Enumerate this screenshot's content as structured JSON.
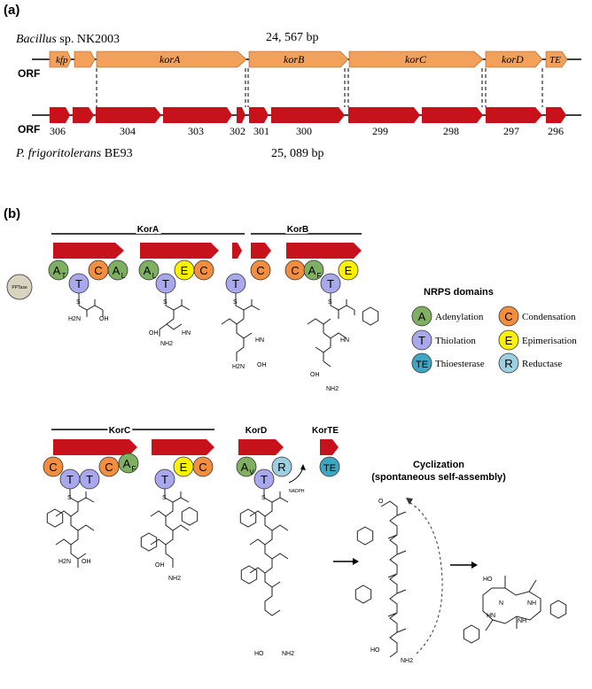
{
  "colors": {
    "orange": "#F2A05A",
    "red": "#C8121B",
    "adenylation": "#7FB062",
    "thiolation": "#A9A8EE",
    "condensation": "#F28E3E",
    "epimerisation": "#FFF200",
    "thioesterase": "#3EA5C2",
    "reductase": "#9CCFE0",
    "pptase": "#D9D4C0"
  },
  "panel_a": {
    "label": "(a)",
    "bacillus_species": "Bacillus",
    "bacillus_strain": " sp. NK2003",
    "bacillus_size": "24, 567 bp",
    "orf_label_top": "ORF",
    "orf_label_bottom": "ORF",
    "genes_top": [
      "kfp",
      "korA",
      "korB",
      "korC",
      "korD",
      "TE"
    ],
    "genes_bottom": [
      "306",
      "304",
      "303",
      "302",
      "301",
      "300",
      "299",
      "298",
      "297",
      "296"
    ],
    "pseudomonas_species": "P. frigoritolerans",
    "pseudomonas_strain": " BE93",
    "pseudomonas_size": "25, 089 bp"
  },
  "panel_b": {
    "label": "(b)",
    "pptase": "PPTase",
    "modules": {
      "korA": "KorA",
      "korB": "KorB",
      "korC": "KorC",
      "korD": "KorD",
      "korTE": "KorTE"
    },
    "domain_letters": {
      "A": "A",
      "T": "T",
      "C": "C",
      "E": "E",
      "R": "R",
      "TE": "TE",
      "sub_T": "T",
      "sub_L": "L",
      "sub_F": "F",
      "sub_V": "V"
    },
    "nadph": "NADPH",
    "cyclization_title": "Cyclization",
    "cyclization_sub": "(spontaneous self-assembly)",
    "legend": {
      "title": "NRPS domains",
      "items": [
        {
          "letter": "A",
          "label": "Adenylation"
        },
        {
          "letter": "C",
          "label": "Condensation"
        },
        {
          "letter": "T",
          "label": "Thiolation"
        },
        {
          "letter": "E",
          "label": "Epimerisation"
        },
        {
          "letter": "TE",
          "label": "Thioesterase"
        },
        {
          "letter": "R",
          "label": "Reductase"
        }
      ]
    },
    "chem": {
      "S": "S",
      "H2N": "H2N",
      "NH2": "NH2",
      "OH": "OH",
      "HO": "HO",
      "HN": "HN",
      "NH": "NH",
      "N": "N",
      "O": "O"
    }
  }
}
